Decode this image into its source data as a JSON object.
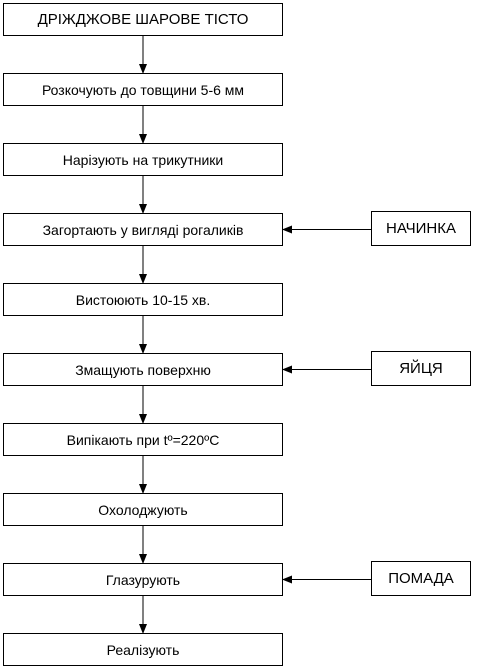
{
  "steps": [
    "ДРІЖДЖОВЕ ШАРОВЕ ТІСТО",
    "Розкочують до товщини 5-6 мм",
    "Нарізують на трикутники",
    "Загортають у вигляді рогаликів",
    "Вистоюють 10-15 хв.",
    "Змащують поверхню",
    "Випікають при tº=220ºС",
    "Охолоджують",
    "Глазурують",
    "Реалізують"
  ],
  "inputs": [
    {
      "label": "НАЧИНКА",
      "target_step": 3
    },
    {
      "label": "ЯЙЦЯ",
      "target_step": 5
    },
    {
      "label": "ПОМАДА",
      "target_step": 8
    }
  ],
  "colors": {
    "line": "#000000",
    "box_fill": "#ffffff",
    "text": "#000000"
  }
}
